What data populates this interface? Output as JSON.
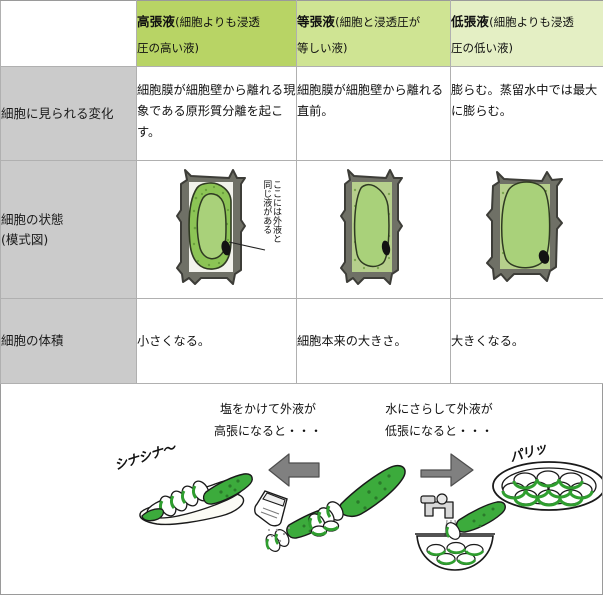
{
  "table": {
    "corner_label": "",
    "columns": [
      {
        "key": "hypertonic",
        "strong": "高張液",
        "paren_line1": "(細胞よりも浸透",
        "paren_line2": "圧の高い液)",
        "bg": "#b8d465"
      },
      {
        "key": "isotonic",
        "strong": "等張液",
        "paren_line1": "(細胞と浸透圧が",
        "paren_line2": "等しい液)",
        "bg": "#cfe493"
      },
      {
        "key": "hypotonic",
        "strong": "低張液",
        "paren_line1": "(細胞よりも浸透",
        "paren_line2": "圧の低い液)",
        "bg": "#e4efc4"
      }
    ],
    "rows": [
      {
        "key": "changes",
        "label": "細胞に見られる変化",
        "cells": [
          "細胞膜が細胞壁から離れる現象である原形質分離を起こす。",
          "細胞膜が細胞壁から離れる直前。",
          "膨らむ。蒸留水中では最大に膨らむ。"
        ]
      },
      {
        "key": "state",
        "label_line1": "細胞の状態",
        "label_line2": "(模式図)",
        "annotation_hypertonic": "ここには外液と\n同じ液がある"
      },
      {
        "key": "volume",
        "label": "細胞の体積",
        "cells": [
          "小さくなる。",
          "細胞本来の大きさ。",
          "大きくなる。"
        ]
      }
    ]
  },
  "illustration": {
    "caption_salt": "塩をかけて外液が\n高張になると・・・",
    "caption_water": "水にさらして外液が\n低張になると・・・",
    "onomatopoeia_left": "シナシナ〜",
    "onomatopoeia_right": "パリッ",
    "arrow_left_direction": "left",
    "arrow_right_direction": "right"
  },
  "colors": {
    "header_hypertonic": "#b8d465",
    "header_isotonic": "#cfe493",
    "header_hypotonic": "#e4efc4",
    "row_label_gray": "#cbcbcb",
    "border": "#9a9a9a",
    "cell_wall": "#5a5a52",
    "cytoplasm": "#8cc455",
    "vacuole": "#a9d17a",
    "arrow_gray": "#808080",
    "cucumber_green": "#3cab3c"
  }
}
